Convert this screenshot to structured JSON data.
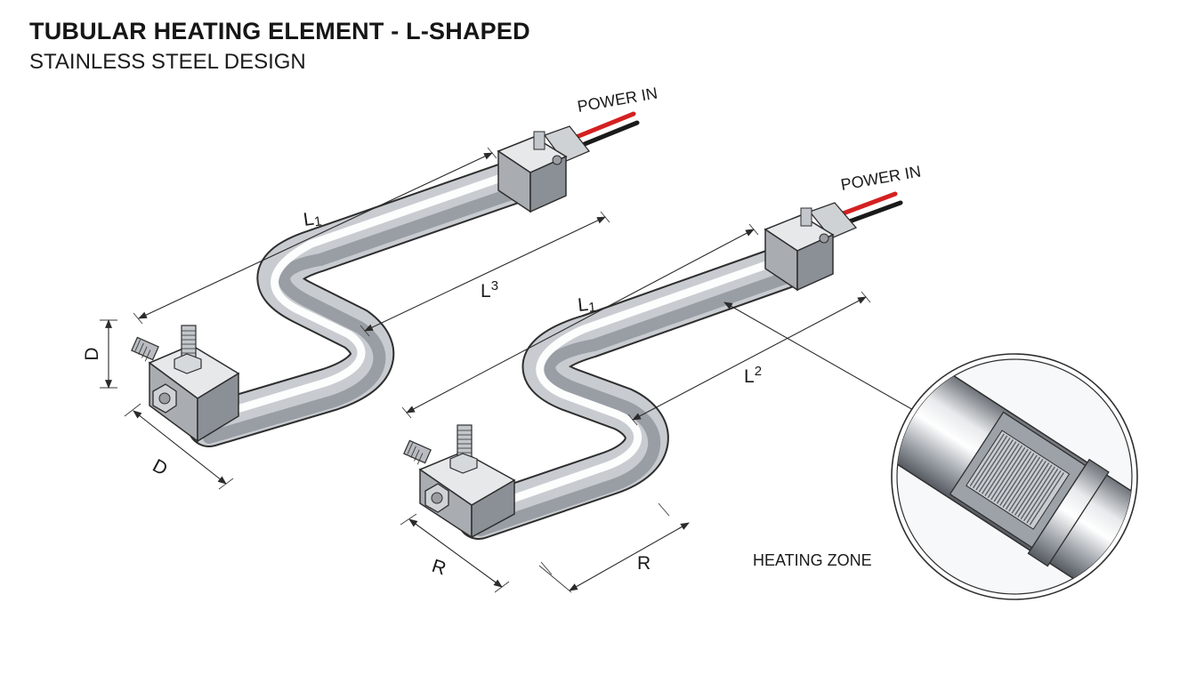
{
  "title": "TUBULAR HEATING ELEMENT - L-SHAPED",
  "subtitle": "STAINLESS STEEL DESIGN",
  "labels": {
    "power_in_1": "POWER IN",
    "power_in_2": "POWER IN",
    "heating_zone": "HEATING ZONE"
  },
  "dimensions": {
    "left_L1": {
      "base": "L",
      "sub": "1"
    },
    "left_L3": {
      "base": "L",
      "sup": "3"
    },
    "left_D_vertical": "D",
    "left_D_diagonal": "D",
    "right_L1": {
      "base": "L",
      "sub": "1"
    },
    "right_L2": {
      "base": "L",
      "sup": "2"
    },
    "right_R_1": "R",
    "right_R_2": "R"
  },
  "colors": {
    "wire_red": "#d42020",
    "wire_black": "#1a1a1a",
    "steel_light": "#f2f4f6",
    "steel_dark": "#6a6f76",
    "outline": "#2e2e2e"
  }
}
